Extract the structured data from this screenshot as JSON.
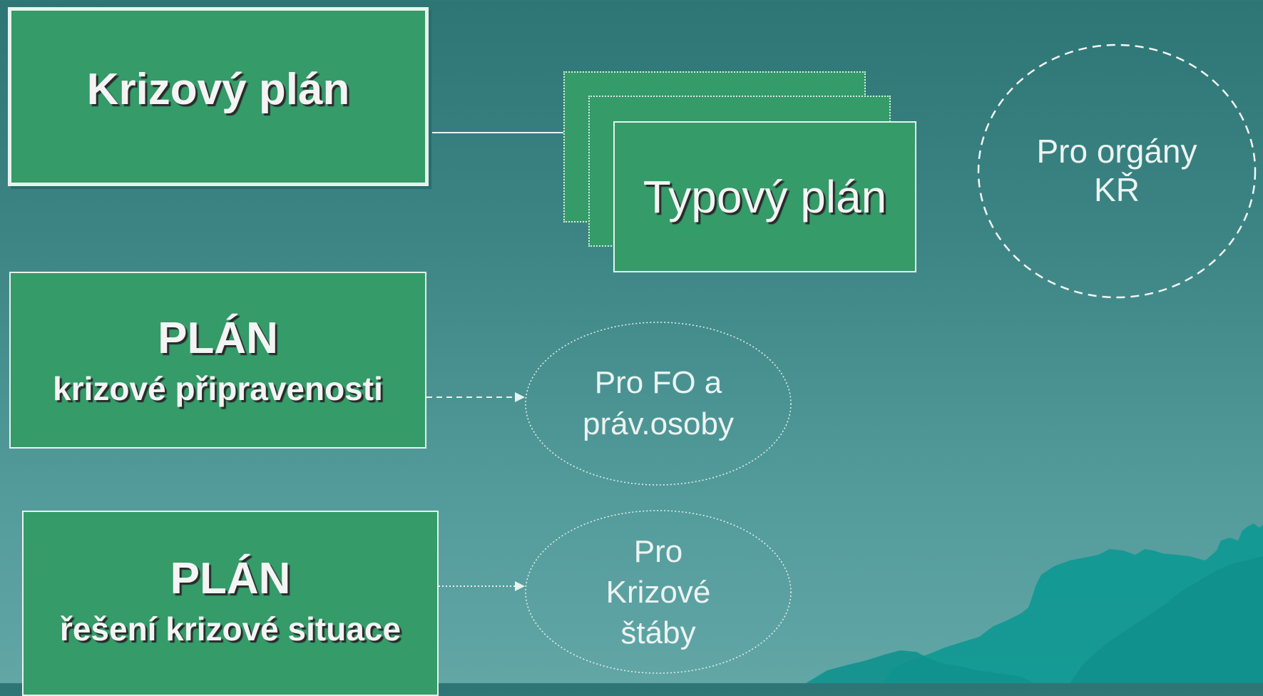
{
  "diagram": {
    "colors": {
      "box_fill": "#349b69",
      "box_border": "#e8f3ee",
      "text": "#f4f4f4",
      "background_top": "#2e7575",
      "background_bottom": "#62a6a6",
      "mountain": "#129994"
    },
    "main_box": {
      "title": "Krizový plán"
    },
    "typical_plan": {
      "label": "Typový plán"
    },
    "readiness_plan": {
      "title": "PLÁN",
      "subtitle": "krizové připravenosti"
    },
    "solution_plan": {
      "title": "PLÁN",
      "subtitle": "řešení krizové situace"
    },
    "targets": {
      "kr_organs": {
        "line1": "Pro orgány",
        "line2": "KŘ"
      },
      "fo_legal": {
        "line1": "Pro FO a",
        "line2": "práv.osoby"
      },
      "crisis_staff": {
        "line1": "Pro",
        "line2": "Krizové",
        "line3": "štáby"
      }
    }
  }
}
